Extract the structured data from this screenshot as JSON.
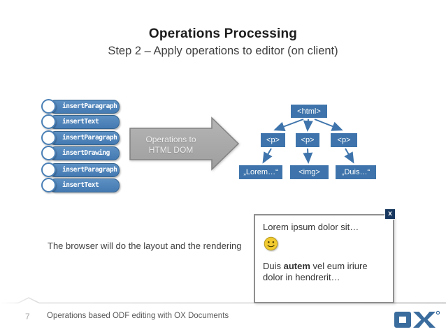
{
  "slide": {
    "title": "Operations Processing",
    "subtitle": "Step 2 – Apply operations to editor (on client)",
    "caption": "The browser will do the layout and the rendering"
  },
  "operations": {
    "items": [
      "insertParagraph",
      "insertText",
      "insertParagraph",
      "insertDrawing",
      "insertParagraph",
      "insertText"
    ]
  },
  "arrow": {
    "label_line1": "Operations to",
    "label_line2": "HTML DOM"
  },
  "dom_tree": {
    "root": "<html>",
    "level2": [
      "<p>",
      "<p>",
      "<p>"
    ],
    "level3": [
      "„Lorem…“",
      "<img>",
      "„Duis…“"
    ]
  },
  "editor_popup": {
    "close_label": "x",
    "line1": "Lorem ipsum dolor sit…",
    "smiley_icon": "smiley-face",
    "line2_prefix": "Duis ",
    "line2_bold": "autem",
    "line2_rest": " vel eum iriure dolor in hendrerit…"
  },
  "footer": {
    "page_number": "7",
    "text": "Operations based ODF editing with OX Documents",
    "logo": "OX"
  },
  "colors": {
    "pill_blue": "#447ab2",
    "node_blue": "#3e74ab",
    "arrow_gray": "#a9a9a9",
    "close_navy": "#17375e",
    "logo_blue": "#3a6c9e",
    "smiley_yellow": "#f0ca30"
  }
}
